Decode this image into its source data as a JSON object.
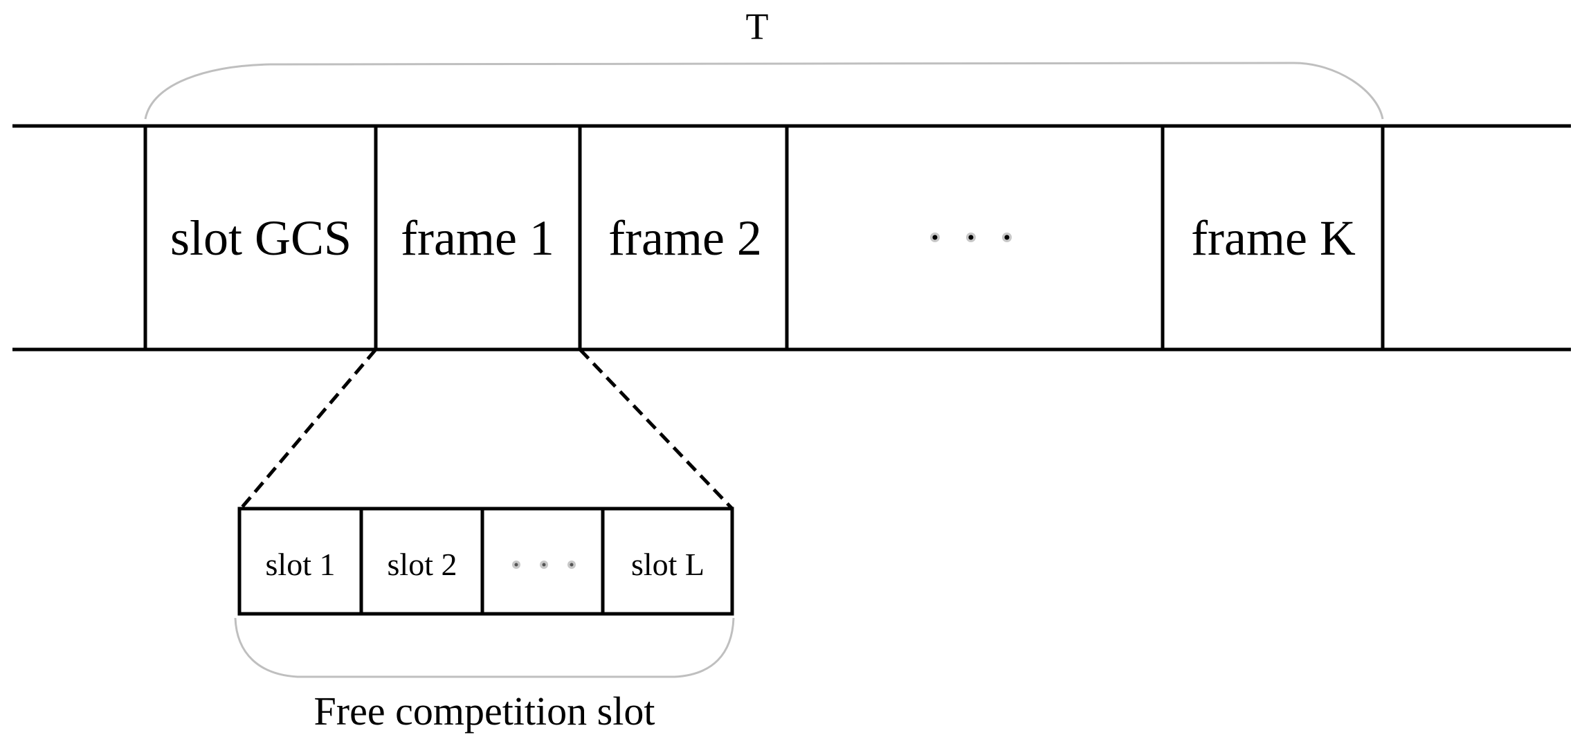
{
  "period_label": "T",
  "timeline": {
    "segments": [
      {
        "label": "slot GCS"
      },
      {
        "label": "frame 1"
      },
      {
        "label": "frame 2"
      },
      {
        "label": ""
      },
      {
        "label": "frame K"
      }
    ]
  },
  "detail": {
    "slots": [
      {
        "label": "slot 1"
      },
      {
        "label": "slot 2"
      },
      {
        "label": ""
      },
      {
        "label": "slot L"
      }
    ],
    "caption": "Free competition slot"
  },
  "colors": {
    "line": "#000000",
    "brace": "#bfbfbf",
    "dot_center": "#000000",
    "dot_ring": "#c8c8c8"
  }
}
